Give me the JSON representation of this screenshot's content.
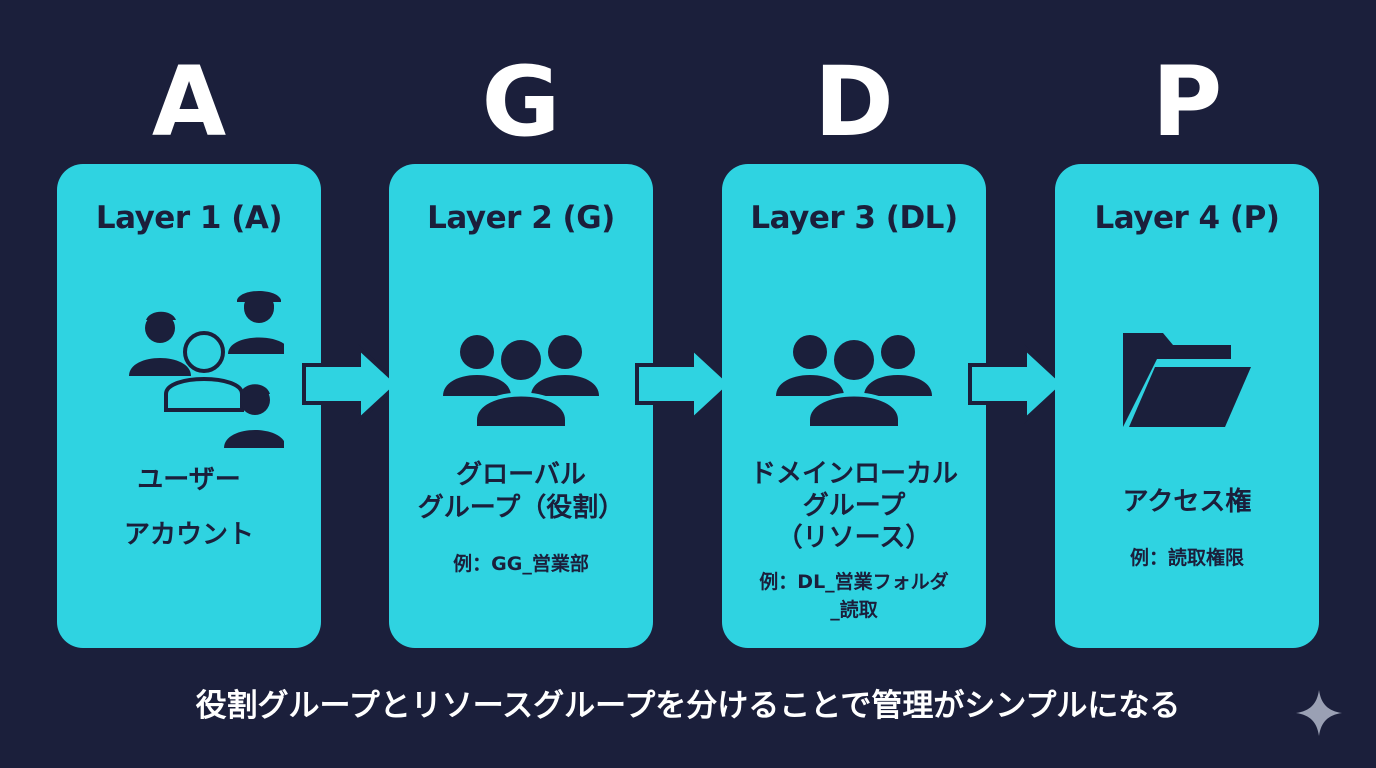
{
  "layers": [
    {
      "letter": "A",
      "title": "Layer 1 (A)",
      "icon": "users-icon",
      "text_lines": [
        "ユーザー",
        "アカウント"
      ],
      "example_lines": []
    },
    {
      "letter": "G",
      "title": "Layer 2 (G)",
      "icon": "group-icon",
      "text_lines": [
        "グローバル",
        "グループ（役割）"
      ],
      "example_lines": [
        "例：GG_営業部"
      ]
    },
    {
      "letter": "D",
      "title": "Layer 3 (DL)",
      "icon": "group-icon",
      "text_lines": [
        "ドメインローカル",
        "グループ",
        "（リソース）"
      ],
      "example_lines": [
        "例：DL_営業フォルダ",
        "_読取"
      ]
    },
    {
      "letter": "P",
      "title": "Layer 4 (P)",
      "icon": "folder-icon",
      "text_lines": [
        "アクセス権"
      ],
      "example_lines": [
        "例：読取権限"
      ]
    }
  ],
  "footer": "役割グループとリソースグループを分けることで管理がシンプルになる",
  "colors": {
    "background": "#1b1f3b",
    "card": "#2fd3e1",
    "ink": "#1b1f3b",
    "text": "#ffffff",
    "sparkle": "#9aa0b4"
  }
}
